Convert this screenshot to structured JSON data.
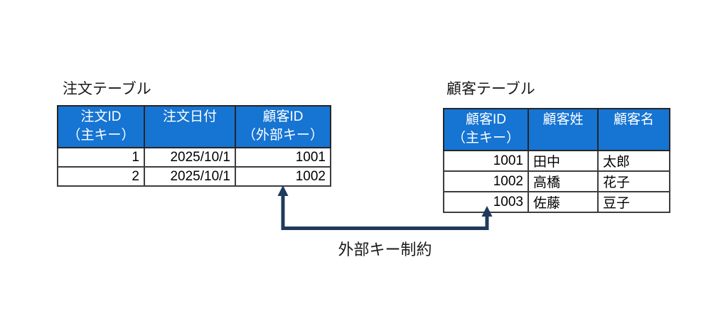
{
  "colors": {
    "header_blue": "#1674d2",
    "arrow_navy": "#1f3a5c",
    "border_dark": "#3d3d3d",
    "border_header": "#262626",
    "row_divider": "#8f8f8f",
    "header_text": "#ffffff",
    "body_text": "#000000"
  },
  "left_table": {
    "title": "注文テーブル",
    "columns": [
      {
        "line1": "注文ID",
        "line2": "（主キー）"
      },
      {
        "line1": "注文日付",
        "line2": ""
      },
      {
        "line1": "顧客ID",
        "line2": "（外部キー）"
      }
    ],
    "rows": [
      [
        "1",
        "2025/10/1",
        "1001"
      ],
      [
        "2",
        "2025/10/1",
        "1002"
      ]
    ]
  },
  "right_table": {
    "title": "顧客テーブル",
    "columns": [
      {
        "line1": "顧客ID",
        "line2": "（主キー）"
      },
      {
        "line1": "顧客姓",
        "line2": ""
      },
      {
        "line1": "顧客名",
        "line2": ""
      }
    ],
    "rows": [
      [
        "1001",
        "田中",
        "太郎"
      ],
      [
        "1002",
        "高橋",
        "花子"
      ],
      [
        "1003",
        "佐藤",
        "豆子"
      ]
    ]
  },
  "connector": {
    "label": "外部キー制約"
  }
}
